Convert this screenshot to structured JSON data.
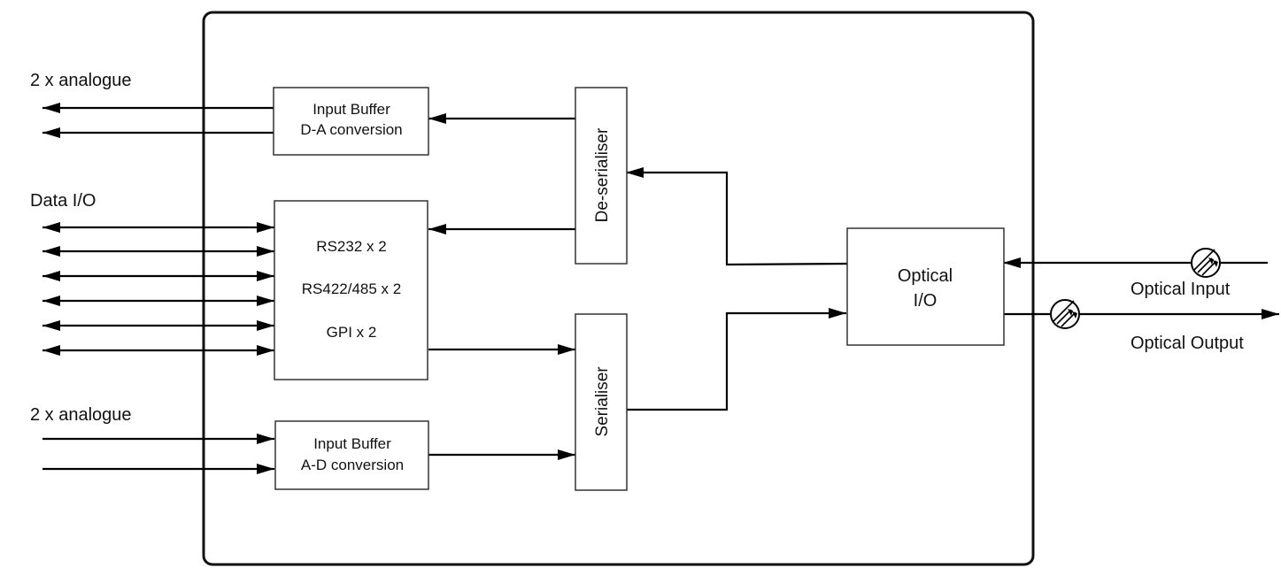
{
  "labels": {
    "analogue_out": "2 x analogue",
    "data_io": "Data I/O",
    "analogue_in": "2 x analogue",
    "optical_input": "Optical Input",
    "optical_output": "Optical Output"
  },
  "blocks": {
    "da_buffer": {
      "line1": "Input Buffer",
      "line2": "D-A conversion"
    },
    "ad_buffer": {
      "line1": "Input Buffer",
      "line2": "A-D conversion"
    },
    "data_block": {
      "line1": "RS232 x 2",
      "line2": "RS422/485 x 2",
      "line3": "GPI x 2"
    },
    "deserialiser": "De-serialiser",
    "serialiser": "Serialiser",
    "optical_io": {
      "line1": "Optical",
      "line2": "I/O"
    }
  },
  "icons": [
    "optical-connector-icon"
  ]
}
